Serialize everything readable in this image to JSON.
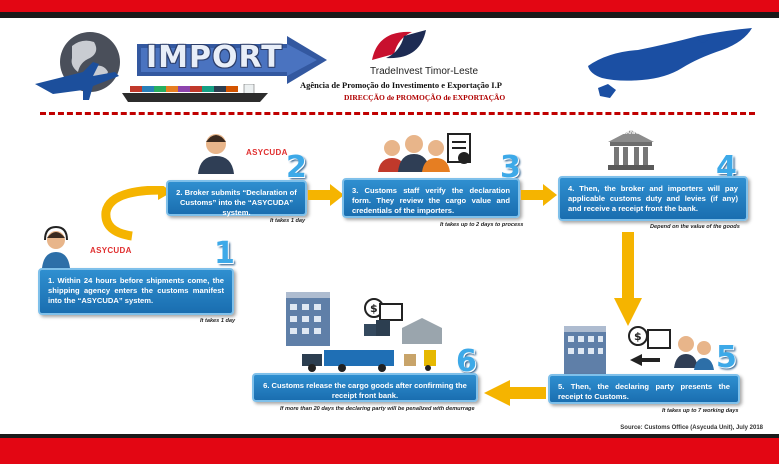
{
  "header": {
    "title": "IMPORT",
    "org_name": "TradeInvest Timor-Leste",
    "agency": "Agência de Promoção do Investimento e Exportação I.P",
    "directorate": "DIRECÇÃO de PROMOÇÃO de EXPORTAÇÃO"
  },
  "steps": [
    {
      "number": "1",
      "text": "1.    Within 24 hours before shipments come, the shipping agency enters the customs manifest into the “ASYCUDA” system.",
      "note": "It takes 1 day"
    },
    {
      "number": "2",
      "text": "2. Broker submits “Declaration of Customs” into the “ASYCUDA” system.",
      "note": "It takes 1 day"
    },
    {
      "number": "3",
      "text": "3. Customs staff verify the declaration form. They review the cargo value and credentials of the importers.",
      "note": "It takes up to 2 days to process"
    },
    {
      "number": "4",
      "text": "4. Then, the broker and importers will pay applicable customs duty and levies (if any) and receive a receipt front the bank.",
      "note": "Depend on the value of the goods"
    },
    {
      "number": "5",
      "text": "5. Then, the declaring party presents the receipt to Customs.",
      "note": "It takes up to 7 working days"
    },
    {
      "number": "6",
      "text": "6. Customs release the cargo goods after confirming the receipt front bank.",
      "note": "If more than 20 days the declaring party will be penalized  with demurrage"
    }
  ],
  "labels": {
    "asycuda": "ASYCUDA",
    "bank": "BANK"
  },
  "source": "Source: Customs Office (Asycuda Unit), July 2018",
  "colors": {
    "accent_red": "#e30613",
    "box_blue": "#1f7fc4",
    "arrow_orange": "#f5b400",
    "number_blue": "#3da9e8"
  }
}
